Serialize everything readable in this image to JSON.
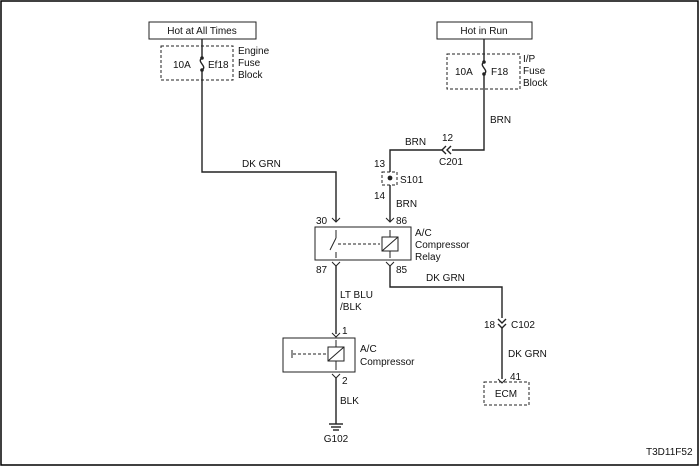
{
  "power_sources": {
    "hot_always": "Hot at All Times",
    "hot_in_run": "Hot in Run"
  },
  "fuses": {
    "engine": {
      "rating": "10A",
      "id": "Ef18",
      "block_label": [
        "Engine",
        "Fuse",
        "Block"
      ]
    },
    "ip": {
      "rating": "10A",
      "id": "F18",
      "block_label": [
        "I/P",
        "Fuse",
        "Block"
      ]
    }
  },
  "wires": {
    "dk_grn_relay_feed": "DK GRN",
    "brn_fuse_out": "BRN",
    "brn_to_c201": "BRN",
    "brn_splice_out": "BRN",
    "lt_blu_blk": [
      "LT BLU",
      "/BLK"
    ],
    "dk_grn_to_c102": "DK GRN",
    "dk_grn_to_ecm": "DK GRN",
    "blk_ground": "BLK"
  },
  "connectors": {
    "c201": {
      "name": "C201",
      "pin": "12"
    },
    "c102": {
      "name": "C102",
      "pin": "18"
    }
  },
  "splice": {
    "name": "S101",
    "pin_in": "13",
    "pin_out": "14"
  },
  "relay": {
    "label": [
      "A/C",
      "Compressor",
      "Relay"
    ],
    "pins": {
      "p30": "30",
      "p86": "86",
      "p87": "87",
      "p85": "85"
    }
  },
  "compressor": {
    "label": [
      "A/C",
      "Compressor"
    ],
    "pins": {
      "p1": "1",
      "p2": "2"
    }
  },
  "ground": "G102",
  "ecm": {
    "label": "ECM",
    "pin": "41"
  },
  "figure_code": "T3D11F52"
}
